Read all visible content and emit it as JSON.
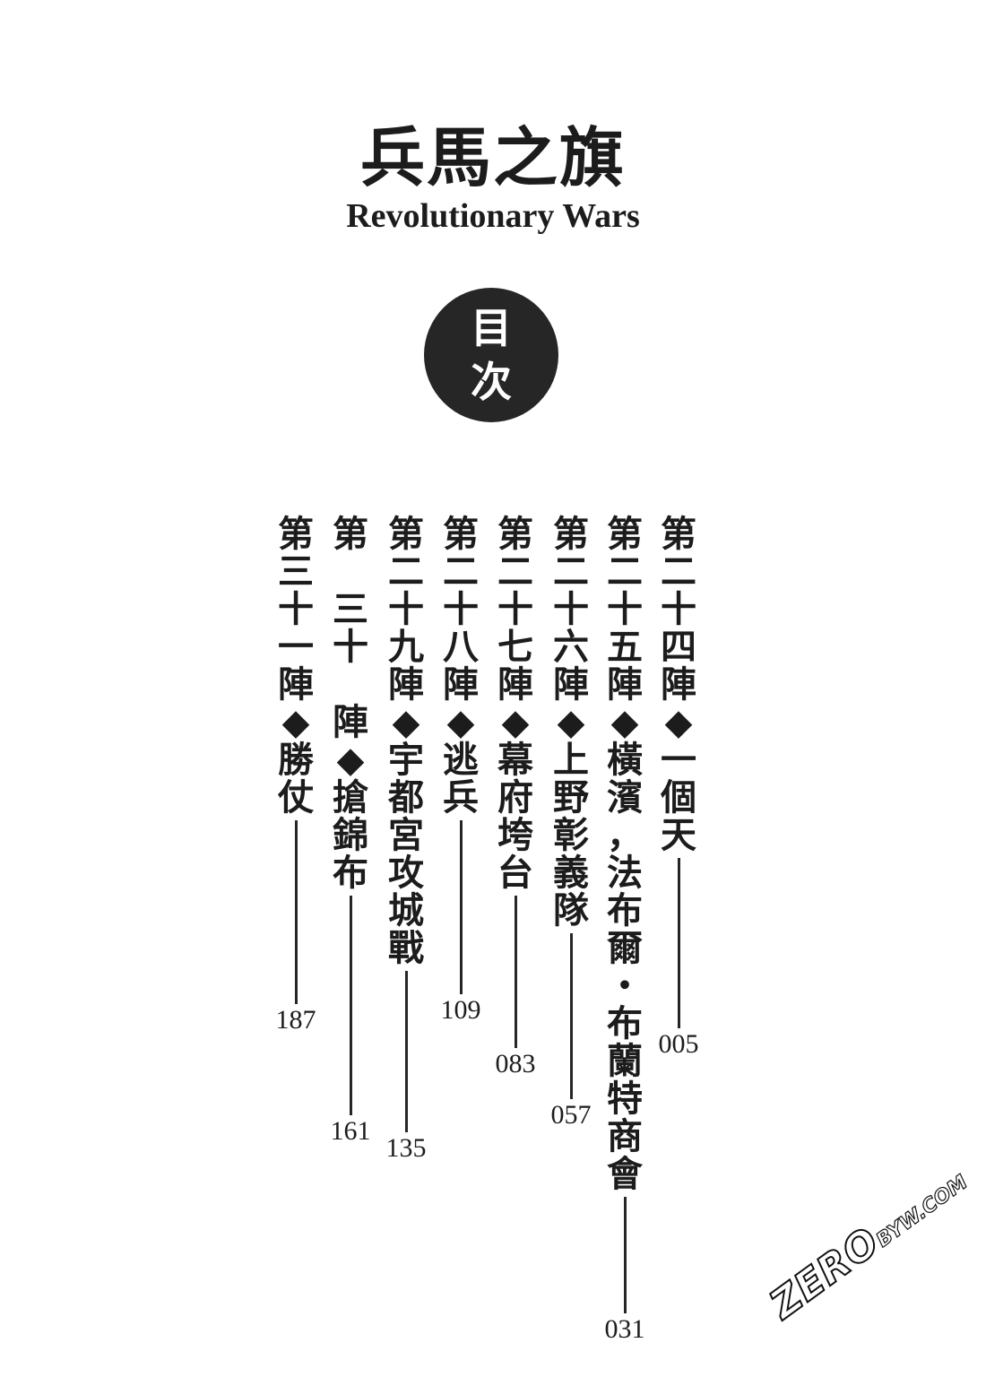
{
  "header": {
    "title_zh": "兵馬之旗",
    "title_en": "Revolutionary Wars"
  },
  "toc_badge": {
    "line1": "目",
    "line2": "次"
  },
  "chapters": [
    {
      "title": "第二十四陣◆一個天",
      "page": "005"
    },
    {
      "title": "第二十五陣◆橫濱，法布爾・布蘭特商會",
      "page": "031"
    },
    {
      "title": "第二十六陣◆上野彰義隊",
      "page": "057"
    },
    {
      "title": "第二十七陣◆幕府垮台",
      "page": "083"
    },
    {
      "title": "第二十八陣◆逃兵",
      "page": "109"
    },
    {
      "title": "第二十九陣◆宇都宮攻城戰",
      "page": "135"
    },
    {
      "title": "第　三十　陣◆搶錦布",
      "page": "161"
    },
    {
      "title": "第三十一陣◆勝仗",
      "page": "187"
    }
  ],
  "watermark": {
    "main": "ZERO",
    "sub": "BYW.COM"
  }
}
